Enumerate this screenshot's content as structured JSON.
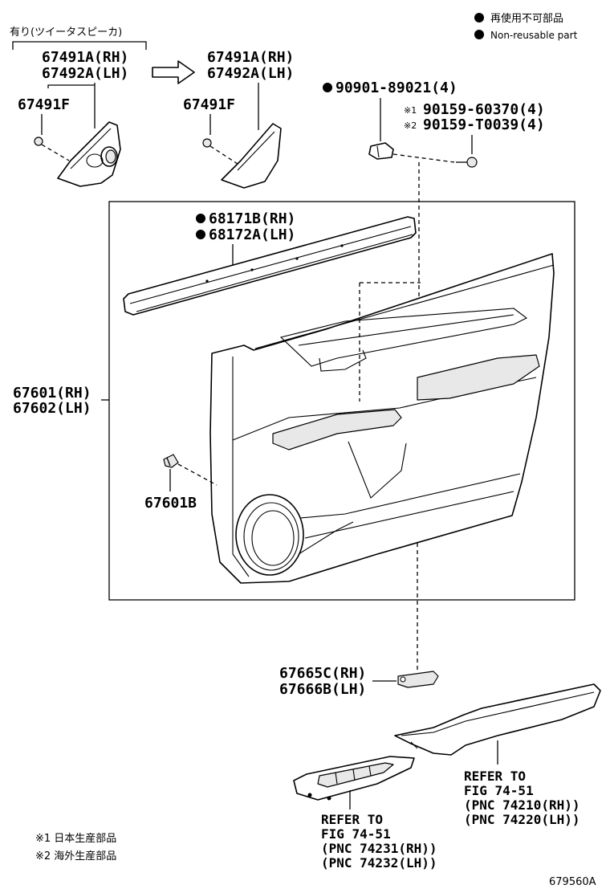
{
  "legend": {
    "text_jp": "再使用不可部品",
    "text_en": "Non-reusable part"
  },
  "tweeter_group_label": "有り(ツイータスピーカ)",
  "parts": {
    "garnish_left_rh": "67491A(RH)",
    "garnish_left_lh": "67492A(LH)",
    "garnish_right_rh": "67491A(RH)",
    "garnish_right_lh": "67492A(LH)",
    "clip_left": "67491F",
    "clip_right": "67491F",
    "clip_top": "90901-89021(4)",
    "screw_marker_1": "※1",
    "screw_1": "90159-60370(4)",
    "screw_marker_2": "※2",
    "screw_2": "90159-T0039(4)",
    "weatherstrip_rh": "68171B(RH)",
    "weatherstrip_lh": "68172A(LH)",
    "panel_rh": "67601(RH)",
    "panel_lh": "67602(LH)",
    "panel_clip": "67601B",
    "bracket_rh": "67665C(RH)",
    "bracket_lh": "67666B(LH)"
  },
  "refer_right": {
    "line1": "REFER TO",
    "line2": "FIG 74-51",
    "line3": "(PNC 74210(RH))",
    "line4": "(PNC 74220(LH))"
  },
  "refer_left": {
    "line1": "REFER TO",
    "line2": "FIG 74-51",
    "line3": "(PNC 74231(RH))",
    "line4": "(PNC 74232(LH))"
  },
  "footnotes": {
    "note1": "※1 日本生産部品",
    "note2": "※2 海外生産部品"
  },
  "figure_id": "679560A"
}
